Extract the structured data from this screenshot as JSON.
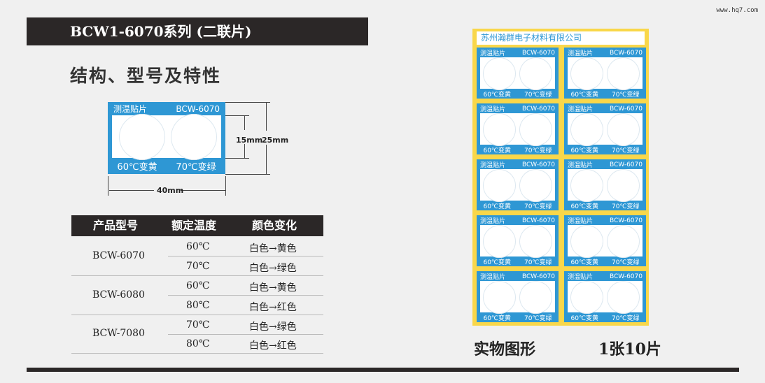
{
  "header": {
    "title": "BCW1-6070系列 (二联片)",
    "watermark": "www.hq7.com"
  },
  "section_title": "结构、型号及特性",
  "diagram": {
    "top_left": "测温贴片",
    "top_right": "BCW-6070",
    "bottom_left": "60℃变黄",
    "bottom_right": "70℃变绿",
    "dim_height_inner": "15mm",
    "dim_height_outer": "25mm",
    "dim_width": "40mm"
  },
  "table": {
    "headers": [
      "产品型号",
      "额定温度",
      "颜色变化"
    ],
    "groups": [
      {
        "model": "BCW-6070",
        "rows": [
          {
            "temp": "60℃",
            "change": "白色→黄色"
          },
          {
            "temp": "70℃",
            "change": "白色→绿色"
          }
        ]
      },
      {
        "model": "BCW-6080",
        "rows": [
          {
            "temp": "60℃",
            "change": "白色→黄色"
          },
          {
            "temp": "80℃",
            "change": "白色→红色"
          }
        ]
      },
      {
        "model": "BCW-7080",
        "rows": [
          {
            "temp": "70℃",
            "change": "白色→绿色"
          },
          {
            "temp": "80℃",
            "change": "白色→红色"
          }
        ]
      }
    ]
  },
  "sheet": {
    "company": "苏州瀚群电子材料有限公司",
    "label_top_left": "测温贴片",
    "label_top_right": "BCW-6070",
    "label_bottom_left": "60℃变黄",
    "label_bottom_right": "70℃变绿"
  },
  "caption_left": "实物图形",
  "caption_right": "1张10片",
  "colors": {
    "label_blue": "#2e97d4",
    "sheet_yellow": "#f9d74a",
    "bar_dark": "#2b2727"
  }
}
